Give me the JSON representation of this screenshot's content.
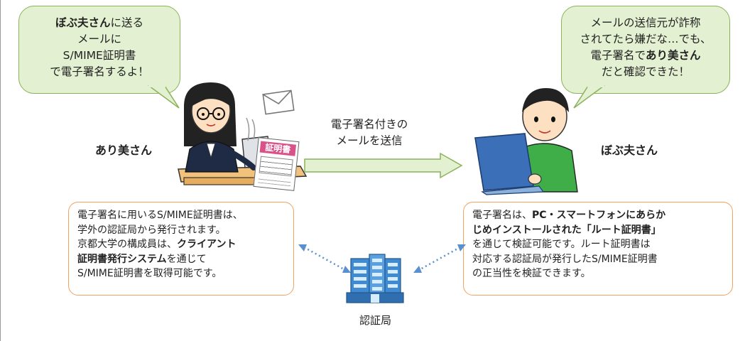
{
  "bubble_left": {
    "lines": [
      [
        {
          "text": "ぼぶ夫さん",
          "bold": true
        },
        {
          "text": "に送る",
          "bold": false
        }
      ],
      [
        {
          "text": "メールに",
          "bold": false
        }
      ],
      [
        {
          "text": "S/MIME証明書",
          "bold": false
        }
      ],
      [
        {
          "text": "で電子署名するよ！",
          "bold": false
        }
      ]
    ]
  },
  "bubble_right": {
    "lines": [
      [
        {
          "text": "メールの送信元が詐称",
          "bold": false
        }
      ],
      [
        {
          "text": "されてたら嫌だな…でも、",
          "bold": false
        }
      ],
      [
        {
          "text": "電子署名で",
          "bold": false
        },
        {
          "text": "あり美さん",
          "bold": true
        }
      ],
      [
        {
          "text": "だと確認できた！",
          "bold": false
        }
      ]
    ]
  },
  "sender_name": "あり美さん",
  "receiver_name": "ぼぶ夫さん",
  "certificate_label": "証明書",
  "arrow": {
    "label_lines": [
      "電子署名付きの",
      "メールを送信"
    ]
  },
  "note_left": {
    "lines": [
      [
        {
          "text": "電子署名に用いるS/MIME証明書は、",
          "bold": false
        }
      ],
      [
        {
          "text": "学外の認証局から発行されます。",
          "bold": false
        }
      ],
      [
        {
          "text": "京都大学の構成員は、",
          "bold": false
        },
        {
          "text": "クライアント",
          "bold": true
        }
      ],
      [
        {
          "text": "証明書発行システム",
          "bold": true
        },
        {
          "text": "を通じて",
          "bold": false
        }
      ],
      [
        {
          "text": "S/MIME証明書を取得可能です。",
          "bold": false
        }
      ]
    ]
  },
  "note_right": {
    "lines": [
      [
        {
          "text": "電子署名は、",
          "bold": false
        },
        {
          "text": "PC・スマートフォンにあらか",
          "bold": true
        }
      ],
      [
        {
          "text": "じめインストールされた「ルート証明書」",
          "bold": true
        }
      ],
      [
        {
          "text": "を通じて検証可能です。ルート証明書は",
          "bold": false
        }
      ],
      [
        {
          "text": "対応する認証局が発行したS/MIME証明書",
          "bold": false
        }
      ],
      [
        {
          "text": "の正当性を検証できます。",
          "bold": false
        }
      ]
    ]
  },
  "ca_label": "認証局",
  "colors": {
    "bubble_fill": "#e3f0d1",
    "bubble_border": "#8ab35a",
    "note_border": "#f2a15f",
    "arrow_fill": "#e3f0d1",
    "arrow_border": "#8ab35a",
    "dotted_link": "#5a8fd0",
    "building": "#3f8ad0"
  },
  "icons": [
    "woman-at-desk-icon",
    "envelope-icon",
    "certificate-icon",
    "man-with-laptop-icon",
    "building-icon"
  ]
}
